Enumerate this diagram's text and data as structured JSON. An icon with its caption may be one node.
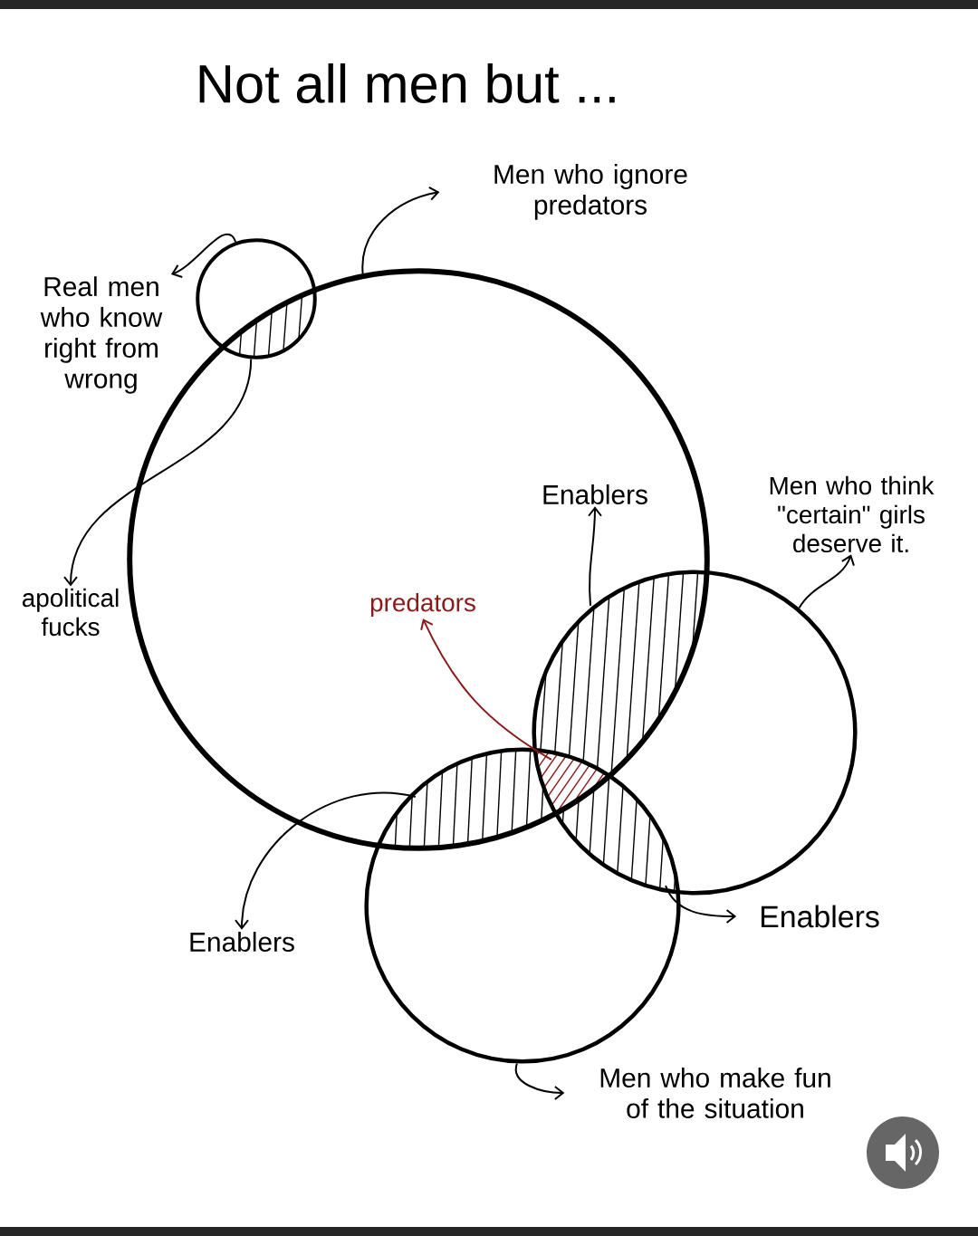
{
  "diagram": {
    "title": "Not all men but ...",
    "nodes": [
      {
        "text": [
          "Real men who know right from wrong"
        ]
      },
      {
        "text": [],
        "shape": "circle"
      },
      {
        "text": [
          "Men who ignore predators"
        ]
      },
      {
        "text": [],
        "shape": "circle"
      },
      {
        "text": [
          "apolitical fucks"
        ]
      },
      {
        "text": [
          "Enablers"
        ],
        "in": 3
      },
      {
        "text": [
          "Men who think \"certain\" girls deserve it."
        ]
      },
      {
        "text": [
          "predators"
        ],
        "in": 3
      },
      {
        "text": [],
        "shape": "circle"
      },
      {
        "text": [],
        "shape": "circle"
      },
      {
        "text": [
          "Enablers"
        ]
      },
      {
        "text": [
          "Enablers"
        ]
      },
      {
        "text": [
          "Men who make fun of the situation"
        ]
      },
      {
        "text": [],
        "shape": "lens"
      },
      {
        "text": [],
        "shape": "lens"
      },
      {
        "text": [],
        "shape": "lens"
      },
      {
        "text": [],
        "shape": "lens"
      }
    ],
    "edges": [
      {
        "from": 1,
        "to": 0,
        "arrow": "to"
      },
      {
        "from": 3,
        "to": 2,
        "arrow": "to"
      },
      {
        "from": 1,
        "to": 4,
        "arrow": "to"
      },
      {
        "from": 13,
        "to": 5,
        "arrow": "to"
      },
      {
        "from": 8,
        "to": 6,
        "arrow": "to"
      },
      {
        "from": 14,
        "to": 7,
        "arrow": "to",
        "color": "#8b1a1a"
      },
      {
        "from": 15,
        "to": 10,
        "arrow": "to"
      },
      {
        "from": 16,
        "to": 11,
        "arrow": "to"
      },
      {
        "from": 9,
        "to": 12,
        "arrow": "to"
      }
    ]
  }
}
